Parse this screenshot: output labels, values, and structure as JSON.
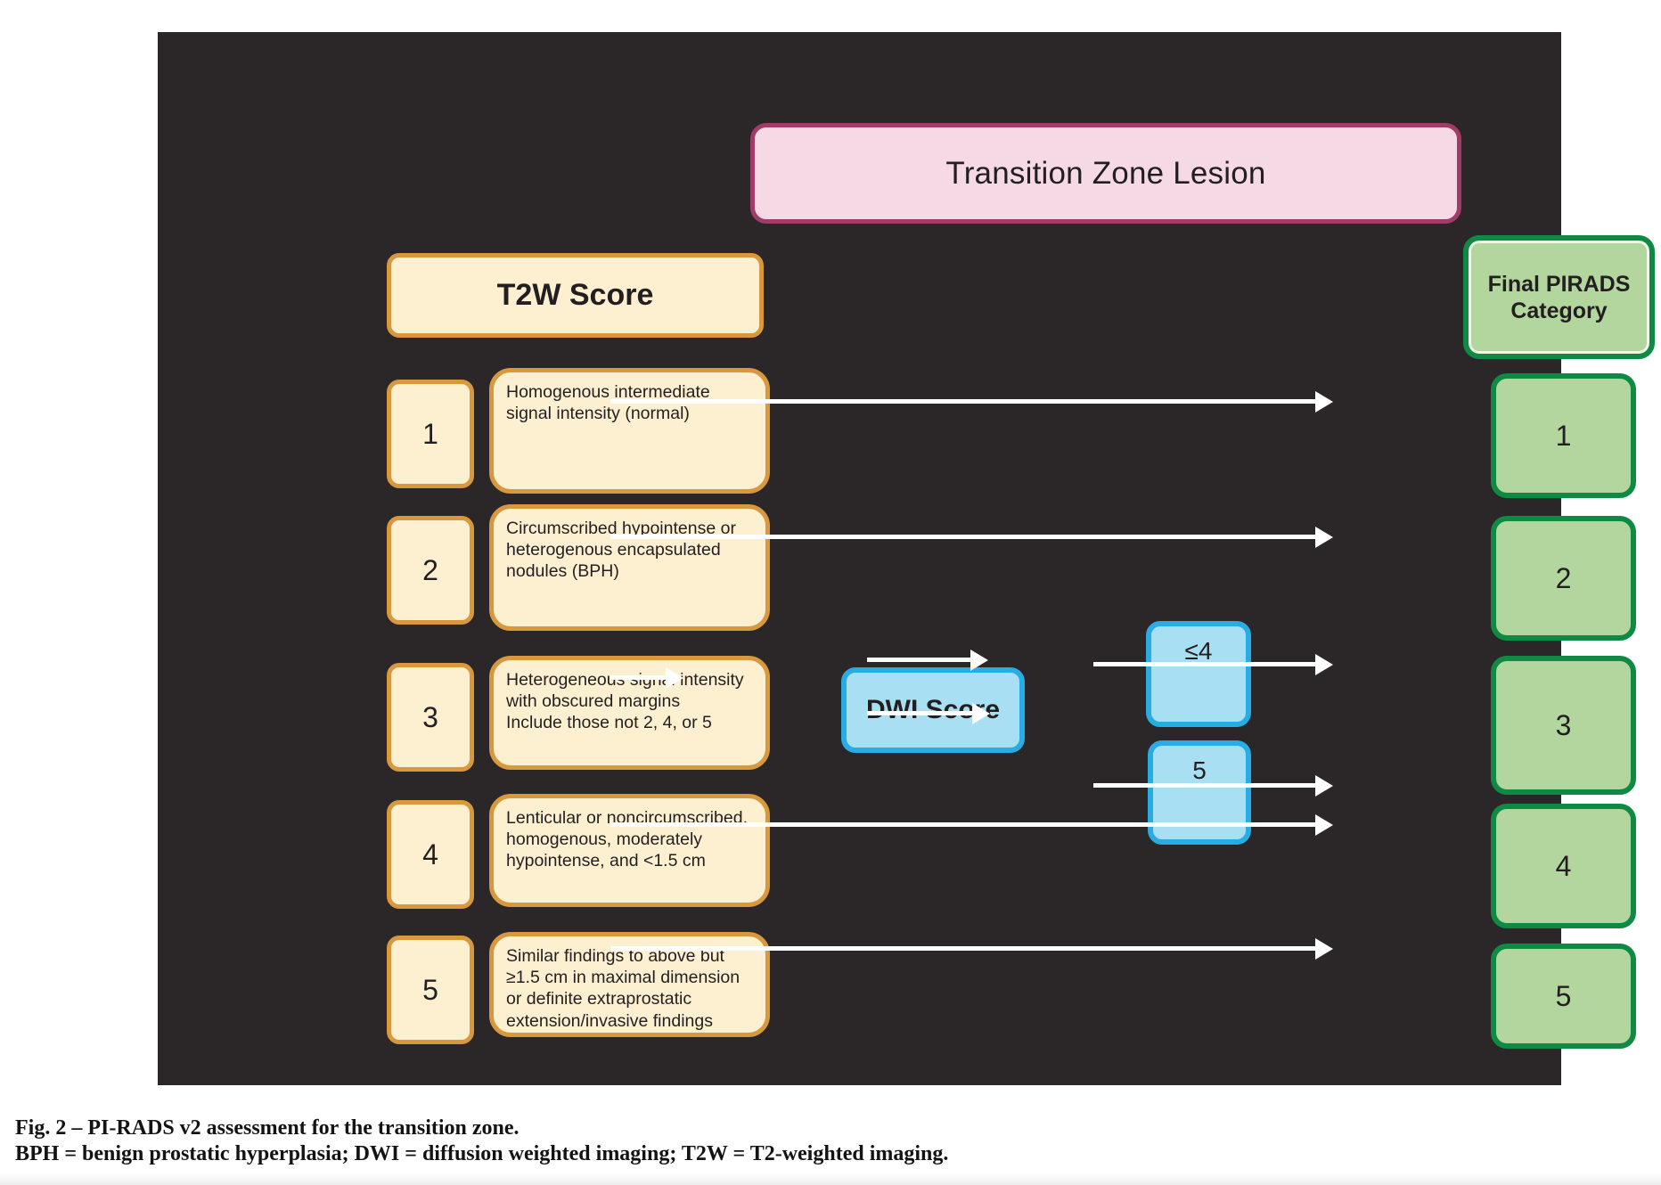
{
  "diagram": {
    "title": "Transition Zone Lesion",
    "left_header": "T2W Score",
    "right_header": "Final PIRADS\nCategory",
    "dwi_label": "DWI Score",
    "branch_le4": "≤4",
    "branch_5": "5",
    "scores": [
      "1",
      "2",
      "3",
      "4",
      "5"
    ],
    "descriptions": [
      "Homogenous intermediate signal intensity (normal)",
      "Circumscribed hypointense or heterogenous encapsulated nodules (BPH)",
      "Heterogeneous signal intensity with obscured margins\nInclude those not 2, 4, or 5",
      "Lenticular or noncircumscribed, homogenous, moderately hypointense, and <1.5 cm",
      "Similar findings to above but ≥1.5 cm in maximal dimension or definite extraprostatic extension/invasive findings"
    ],
    "categories": [
      "1",
      "2",
      "3",
      "4",
      "5"
    ]
  },
  "caption": {
    "line1": "Fig. 2 – PI-RADS v2 assessment for the transition zone.",
    "line2": "BPH = benign prostatic hyperplasia; DWI = diffusion weighted imaging; T2W = T2-weighted imaging."
  },
  "colors": {
    "panel_bg": "#2B2628",
    "text_dark": "#231F20",
    "pink_fill": "#F5D9E5",
    "pink_border": "#A23B68",
    "cream_fill": "#FCF0D1",
    "cream_border": "#D8993E",
    "blue_fill": "#A9DFF3",
    "blue_border": "#29ACE3",
    "green_fill": "#B2D69E",
    "green_border": "#0E8A45",
    "arrow": "#FFFFFF"
  }
}
